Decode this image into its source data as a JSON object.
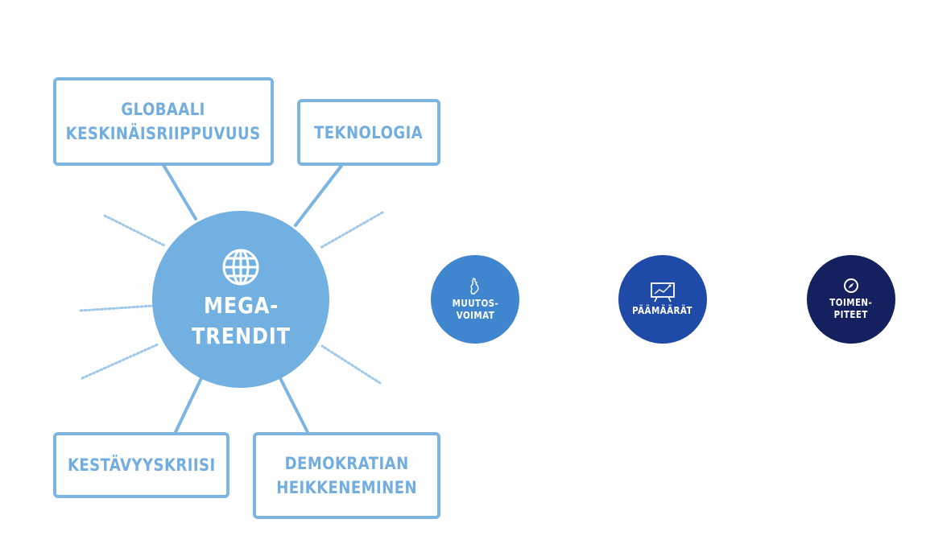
{
  "colors": {
    "light_blue": "#7cb5e1",
    "megatrend_circle": "#72b0e2",
    "change_forces": "#3f86cf",
    "goals": "#1f4aa8",
    "actions": "#14215e",
    "text_light": "#72ade0"
  },
  "center": {
    "label": "MEGA-\nTRENDIT",
    "icon": "globe-icon"
  },
  "megatrends": [
    {
      "label": "GLOBAALI\nKESKINÄISRIIPPUVUUS"
    },
    {
      "label": "TEKNOLOGIA"
    },
    {
      "label": "KESTÄVYYSKRIISI"
    },
    {
      "label": "DEMOKRATIAN\nHEIKKENEMINEN"
    }
  ],
  "steps": [
    {
      "label": "MUUTOS-\nVOIMAT",
      "icon": "finland-map-icon"
    },
    {
      "label": "PÄÄMÄÄRÄT",
      "icon": "presentation-board-icon"
    },
    {
      "label": "TOIMEN-\nPITEET",
      "icon": "compass-icon"
    }
  ]
}
